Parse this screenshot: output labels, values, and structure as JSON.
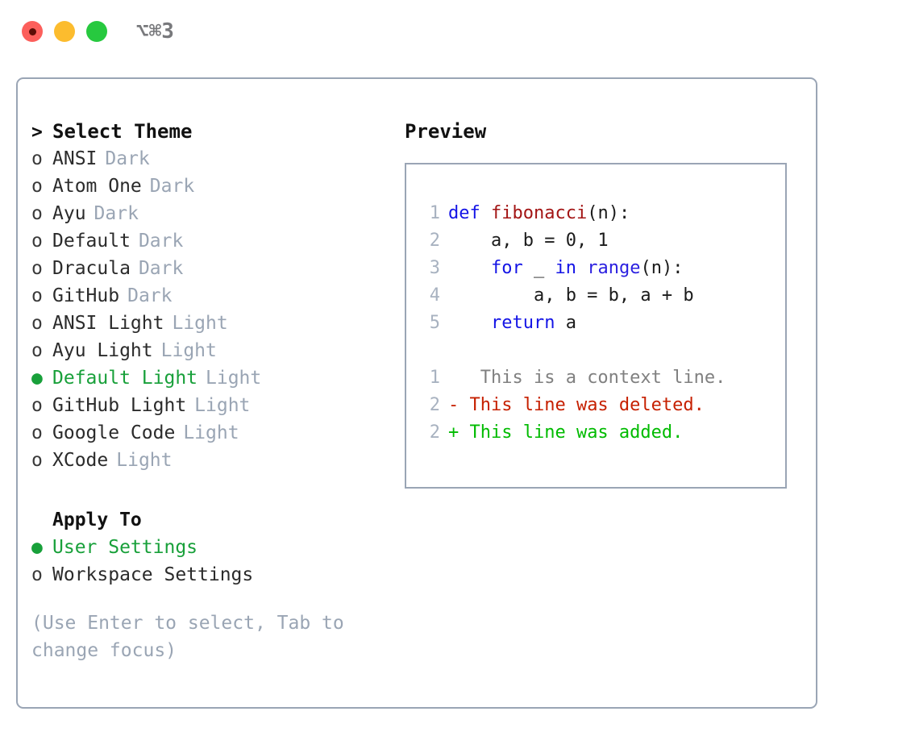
{
  "window": {
    "title": "⌥⌘3",
    "traffic_lights": [
      "close-button",
      "minimize-button",
      "maximize-button"
    ],
    "colors": {
      "red": "#fc5f5b",
      "yellow": "#fcbc2e",
      "green": "#27c93f",
      "border": "#9aa5b5",
      "accent_green": "#18a03a",
      "muted": "#9aa5b4"
    }
  },
  "theme_panel": {
    "header": "Select Theme",
    "caret": ">",
    "bullet_empty": "o",
    "bullet_filled": "●",
    "items": [
      {
        "name": "ANSI",
        "badge": "Dark",
        "selected": false
      },
      {
        "name": "Atom One",
        "badge": "Dark",
        "selected": false
      },
      {
        "name": "Ayu",
        "badge": "Dark",
        "selected": false
      },
      {
        "name": "Default",
        "badge": "Dark",
        "selected": false
      },
      {
        "name": "Dracula",
        "badge": "Dark",
        "selected": false
      },
      {
        "name": "GitHub",
        "badge": "Dark",
        "selected": false
      },
      {
        "name": "ANSI Light",
        "badge": "Light",
        "selected": false
      },
      {
        "name": "Ayu Light",
        "badge": "Light",
        "selected": false
      },
      {
        "name": "Default Light",
        "badge": "Light",
        "selected": true
      },
      {
        "name": "GitHub Light",
        "badge": "Light",
        "selected": false
      },
      {
        "name": "Google Code",
        "badge": "Light",
        "selected": false
      },
      {
        "name": "XCode",
        "badge": "Light",
        "selected": false
      }
    ]
  },
  "apply_to": {
    "label": "Apply To",
    "options": [
      {
        "name": "User Settings",
        "selected": true
      },
      {
        "name": "Workspace Settings",
        "selected": false
      }
    ]
  },
  "hint": "(Use Enter to select, Tab to change focus)",
  "preview": {
    "title": "Preview",
    "code_lines": [
      {
        "lineno": "1",
        "tokens": [
          {
            "text": "def ",
            "kind": "kw"
          },
          {
            "text": "fibonacci",
            "kind": "fn"
          },
          {
            "text": "(n):",
            "kind": "plain"
          }
        ]
      },
      {
        "lineno": "2",
        "tokens": [
          {
            "text": "    a, b = 0, 1",
            "kind": "plain"
          }
        ]
      },
      {
        "lineno": "3",
        "tokens": [
          {
            "text": "    ",
            "kind": "plain"
          },
          {
            "text": "for",
            "kind": "kw"
          },
          {
            "text": " _ ",
            "kind": "plain"
          },
          {
            "text": "in",
            "kind": "kw"
          },
          {
            "text": " ",
            "kind": "plain"
          },
          {
            "text": "range",
            "kind": "call"
          },
          {
            "text": "(n):",
            "kind": "plain"
          }
        ]
      },
      {
        "lineno": "4",
        "tokens": [
          {
            "text": "        a, b = b, a + b",
            "kind": "plain"
          }
        ]
      },
      {
        "lineno": "5",
        "tokens": [
          {
            "text": "    ",
            "kind": "plain"
          },
          {
            "text": "return",
            "kind": "kw"
          },
          {
            "text": " a",
            "kind": "plain"
          }
        ]
      }
    ],
    "diff_lines": [
      {
        "lineno": "1",
        "marker": " ",
        "text": "  This is a context line.",
        "kind": "ctx"
      },
      {
        "lineno": "2",
        "marker": "-",
        "text": " This line was deleted.",
        "kind": "del"
      },
      {
        "lineno": "2",
        "marker": "+",
        "text": " This line was added.",
        "kind": "add"
      }
    ],
    "syntax_colors": {
      "keyword": "#1414e6",
      "function": "#a31515",
      "call": "#2a1fe0",
      "plain": "#1b1b1b",
      "lineno": "#a8b2c0",
      "diff_context": "#808080",
      "diff_deleted": "#c62000",
      "diff_added": "#00bb00"
    }
  }
}
